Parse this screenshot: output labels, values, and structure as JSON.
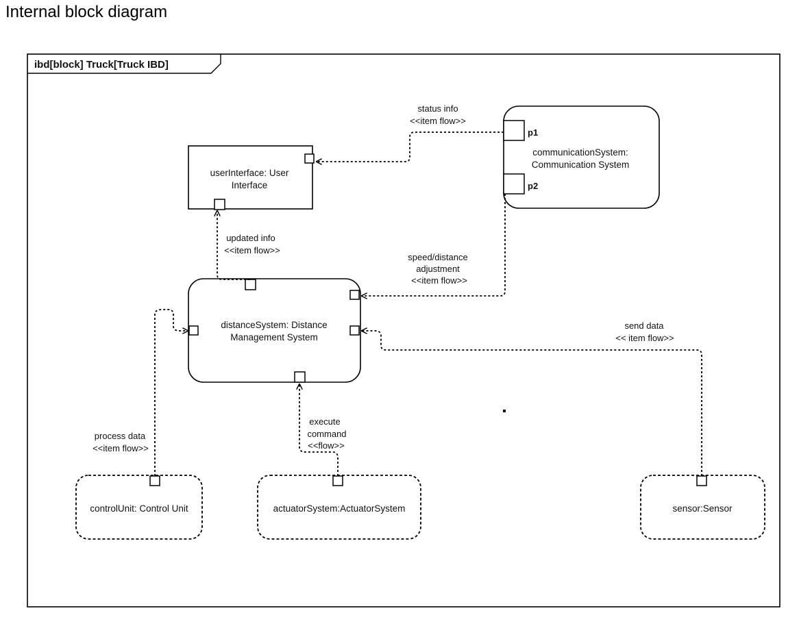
{
  "heading": "Internal block diagram",
  "frame": {
    "label": "ibd[block] Truck[Truck IBD]"
  },
  "blocks": {
    "user_interface": {
      "line1": "userInterface: User",
      "line2": "Interface"
    },
    "communication_system": {
      "line1": "communicationSystem:",
      "line2": "Communication System",
      "port1": "p1",
      "port2": "p2"
    },
    "distance_system": {
      "line1": "distanceSystem: Distance",
      "line2": "Management System"
    },
    "control_unit": {
      "label": "controlUnit: Control Unit"
    },
    "actuator_system": {
      "label": "actuatorSystem:ActuatorSystem"
    },
    "sensor": {
      "label": "sensor:Sensor"
    }
  },
  "flows": {
    "status_info": {
      "line1": "status info",
      "line2": "<<item flow>>"
    },
    "updated_info": {
      "line1": "updated info",
      "line2": "<<item flow>>"
    },
    "speed_distance": {
      "line1": "speed/distance",
      "line2": "adjustment",
      "line3": "<<item flow>>"
    },
    "send_data": {
      "line1": "send data",
      "line2": "<< item flow>>"
    },
    "process_data": {
      "line1": "process data",
      "line2": "<<item flow>>"
    },
    "execute_command": {
      "line1": "execute",
      "line2": "command",
      "line3": "<<flow>>"
    }
  }
}
